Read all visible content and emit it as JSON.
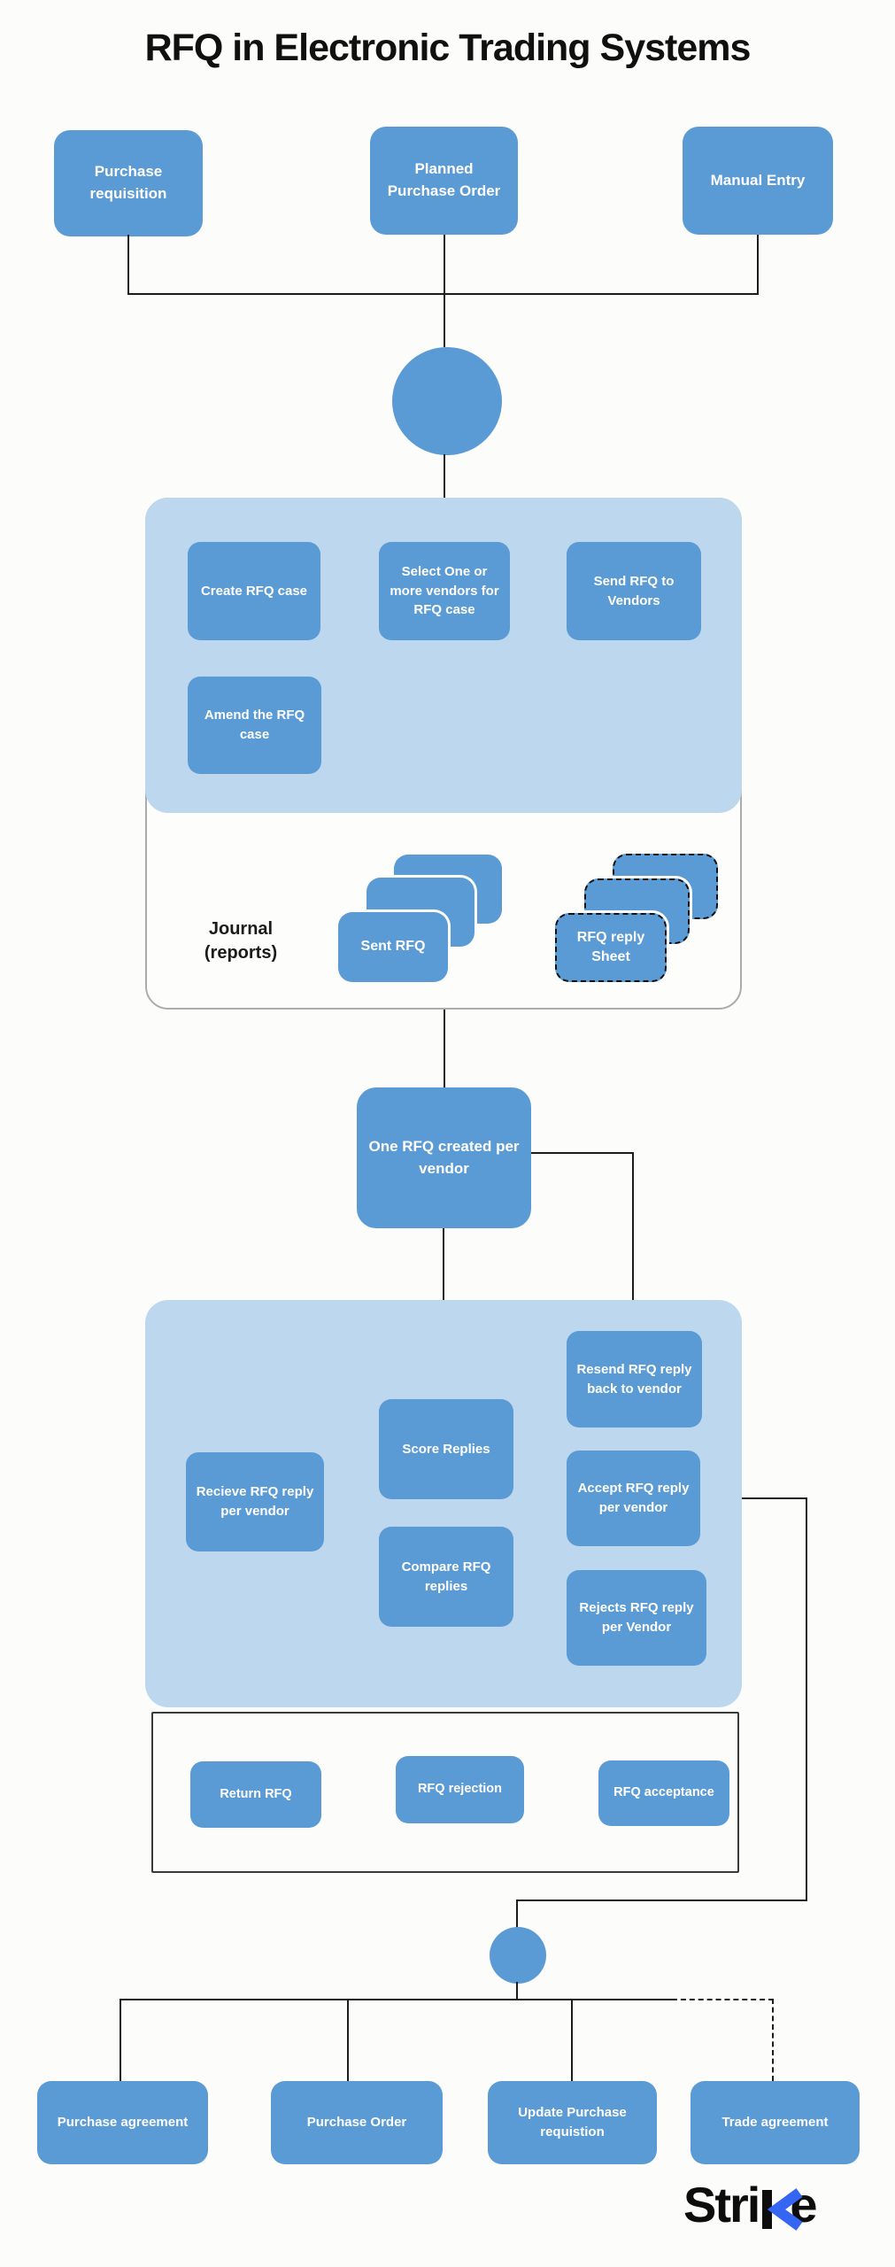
{
  "title": "RFQ in Electronic Trading Systems",
  "sources": [
    {
      "label": "Purchase requisition"
    },
    {
      "label": "Planned Purchase Order"
    },
    {
      "label": "Manual Entry"
    }
  ],
  "rfq_case_panel": {
    "create": "Create RFQ case",
    "select": "Select One or more vendors for RFQ case",
    "send": "Send RFQ to Vendors",
    "amend": "Amend the RFQ case"
  },
  "journal": {
    "label_line1": "Journal",
    "label_line2": "(reports)",
    "sent_stack": "Sent RFQ",
    "reply_stack": "RFQ reply Sheet"
  },
  "one_rfq": {
    "label": "One RFQ created per vendor"
  },
  "reply_panel": {
    "recieve": "Recieve RFQ reply per vendor",
    "score": "Score Replies",
    "compare": "Compare RFQ replies",
    "resend": "Resend RFQ reply back to vendor",
    "accept": "Accept RFQ reply per vendor",
    "rejects": "Rejects RFQ reply per Vendor"
  },
  "outcomes": {
    "return": "Return RFQ",
    "rejection": "RFQ rejection",
    "acceptance": "RFQ acceptance"
  },
  "results": [
    {
      "label": "Purchase agreement"
    },
    {
      "label": "Purchase Order"
    },
    {
      "label": "Update Purchase requistion"
    },
    {
      "label": "Trade agreement"
    }
  ],
  "logo": {
    "text": "Strike",
    "prefix": "Stri",
    "suffix": "e"
  },
  "colors": {
    "node_blue": "#5b9bd5",
    "panel_blue": "#bdd7ee",
    "line_dark": "#1d1d1d",
    "logo_blue": "#3465f3"
  }
}
